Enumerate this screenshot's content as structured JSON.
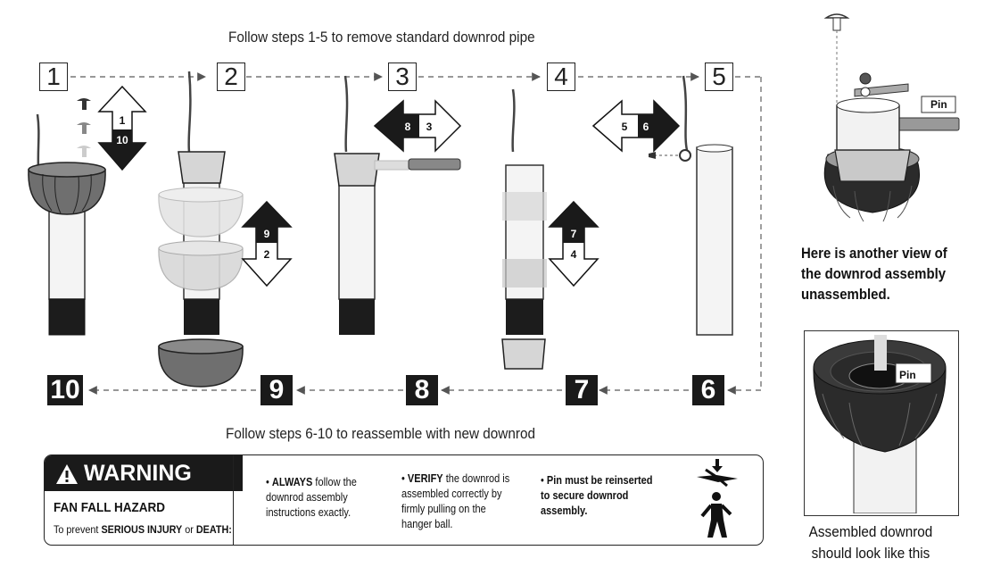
{
  "captions": {
    "top": "Follow steps 1-5 to remove standard downrod pipe",
    "bottom": "Follow steps 6-10 to reassemble with new downrod"
  },
  "steps_top": [
    "1",
    "2",
    "3",
    "4",
    "5"
  ],
  "steps_bottom": [
    "10",
    "9",
    "8",
    "7",
    "6"
  ],
  "arrow_labels": {
    "step1_up": "1",
    "step1_down": "10",
    "step2_up": "9",
    "step2_down": "2",
    "step3_left": "8",
    "step3_right": "3",
    "step4_up": "7",
    "step4_down": "4",
    "step5_left": "5",
    "step5_right": "6"
  },
  "warning": {
    "banner": "WARNING",
    "hazard": "FAN FALL HAZARD",
    "prevent_prefix": "To prevent ",
    "prevent_emph1": "SERIOUS INJURY",
    "prevent_or": " or ",
    "prevent_emph2": "DEATH:",
    "b1_strong": "ALWAYS",
    "b1_rest": " follow the downrod assembly instructions exactly.",
    "b2_strong": "VERIFY",
    "b2_rest": " the downrod is assembled correctly by firmly pulling on the hanger ball.",
    "b3_text": "Pin must be reinserted to secure downrod assembly."
  },
  "side": {
    "pin_label_1": "Pin",
    "note": [
      "Here is another view of",
      "the downrod assembly",
      "unassembled."
    ],
    "pin_label_2": "Pin",
    "bottom_caption": [
      "Assembled downrod",
      "should look like this"
    ]
  },
  "colors": {
    "canopy_dark": "#6f6f6f",
    "canopy_light": "#d6d6d6",
    "pipe_black": "#1c1c1c",
    "arrow_black": "#1a1a1a"
  }
}
